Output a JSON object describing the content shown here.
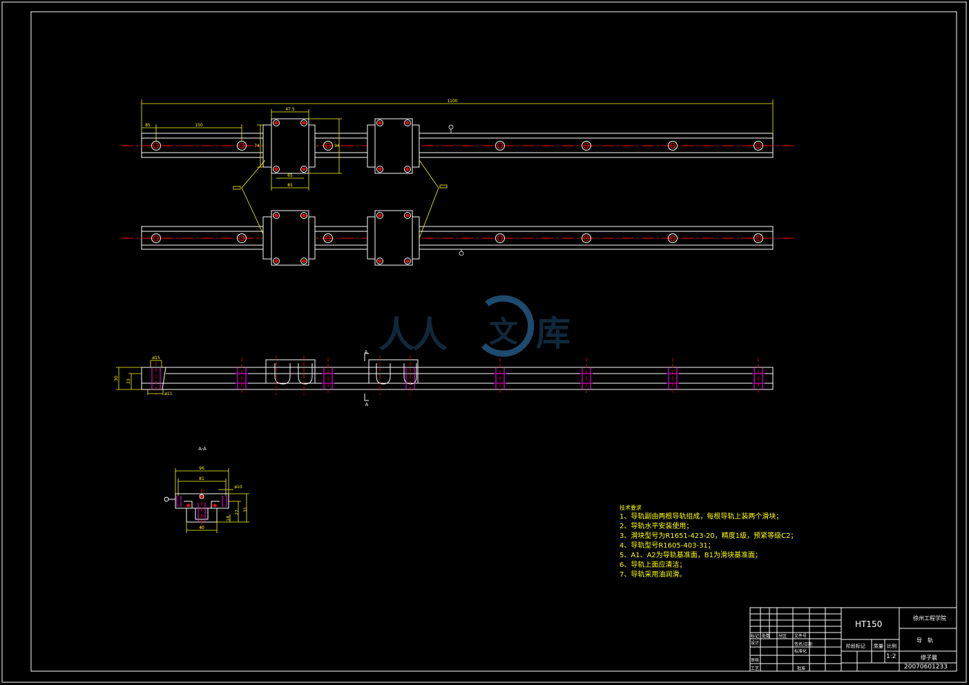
{
  "dimensions": {
    "overall_length": "1100",
    "first_offset": "85",
    "hole_pitch": "150",
    "block_width_top": "47.5",
    "block_height_inner": "74",
    "block_height_outer": "94",
    "block_mount_spacing": "65",
    "block_length": "85",
    "side_height_outer": "30",
    "side_height_inner": "23",
    "side_hole_top": "ø15",
    "side_hole_bottom": "ø11",
    "section_title": "A-A",
    "section_width_outer": "96",
    "section_width_inner": "81",
    "section_hole": "ø10",
    "section_height_outer": "31",
    "section_height_inner": "27",
    "section_height_small": "14",
    "section_base_width": "40",
    "section_mark_a_top": "A",
    "section_mark_a_bottom": "A"
  },
  "technical_notes": {
    "heading": "技术要求",
    "items": [
      "1、导轨副由两根导轨组成，每根导轨上装两个滑块；",
      "2、导轨水平安装使用；",
      "3、滑块型号为R1651-423-20，精度1级，预紧等级C2；",
      "4、导轨型号R1605-403-31；",
      "5、A1、A2为导轨基准面，B1为滑块基准面；",
      "6、导轨上面应清洁；",
      "7、导轨采用油润滑。"
    ]
  },
  "title_block": {
    "material": "HT150",
    "school": "徐州工程学院",
    "part_name": "导　轨",
    "designer": "缪子晨",
    "student_id": "20070601233",
    "scale": "1:2",
    "labels": {
      "mark": "标记",
      "count": "处数",
      "zone": "分区",
      "doc_no": "文件号",
      "sign_date": "签名/日期",
      "design": "设计",
      "standard": "标准化",
      "review": "审核",
      "process": "工艺",
      "approve": "批准",
      "stage_mark": "阶段标记",
      "weight": "质量",
      "ratio": "比例"
    }
  },
  "watermark": {
    "text_left": "人人",
    "text_mid": "文",
    "text_right": "库"
  },
  "colors": {
    "yellow": "#ffff00",
    "white": "#ffffff",
    "red": "#ff0000",
    "magenta": "#ff00ff",
    "cyan": "#00ffff",
    "watermark": "#1e4a6e"
  }
}
